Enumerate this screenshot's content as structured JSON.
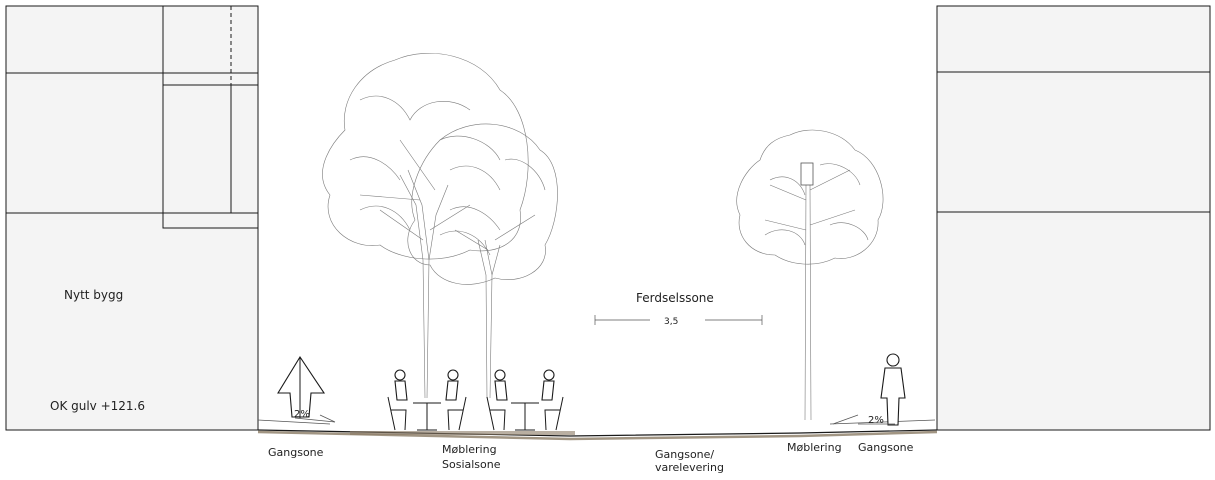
{
  "labels": {
    "building": "Nytt bygg",
    "floor_level": "OK gulv +121.6",
    "traffic_zone": "Ferdselssone",
    "dimension": "3,5",
    "slope_left": "2%",
    "slope_right": "2%",
    "zone_walk_left": "Gangsone",
    "zone_furniture_left_1": "Møblering",
    "zone_furniture_left_2": "Sosialsone",
    "zone_center_1": "Gangsone/",
    "zone_center_2": "varelevering",
    "zone_furniture_right": "Møblering",
    "zone_walk_right": "Gangsone"
  },
  "colors": {
    "building_fill": "#f4f4f4",
    "line": "#1a1a1a",
    "tree": "#7a7a7a",
    "ground": "#8a7a64"
  }
}
